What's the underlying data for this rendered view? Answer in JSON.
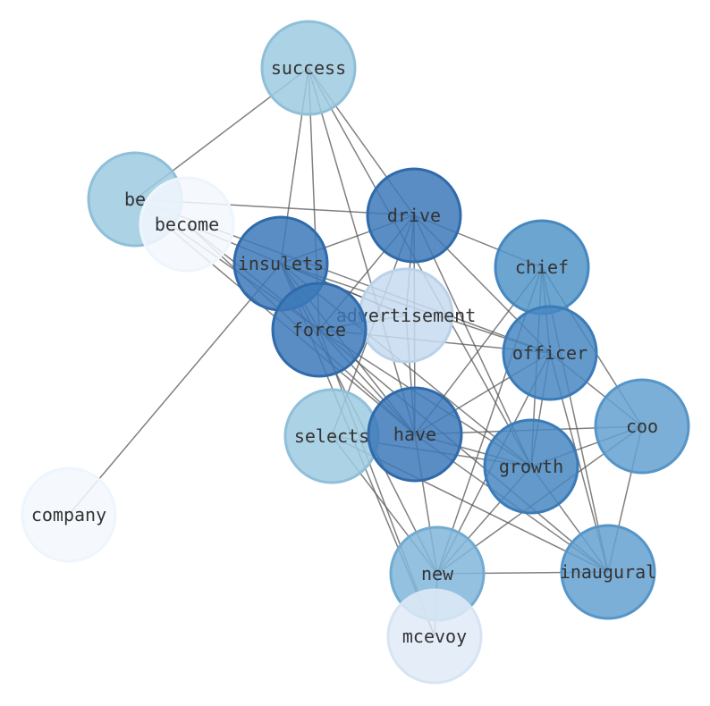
{
  "nodes": [
    {
      "id": "success",
      "label": "success",
      "fill": "#9ecae1",
      "stroke": "#8fbfd9",
      "opacity": 0.85
    },
    {
      "id": "be",
      "label": "be",
      "fill": "#9ecae1",
      "stroke": "#8fbfd9",
      "opacity": 0.85
    },
    {
      "id": "become",
      "label": "become",
      "fill": "#f3f8fe",
      "stroke": "#eef5fd",
      "opacity": 0.85
    },
    {
      "id": "drive",
      "label": "drive",
      "fill": "#3d79b8",
      "stroke": "#2f6aaa",
      "opacity": 0.85
    },
    {
      "id": "insulets",
      "label": "insulets",
      "fill": "#3d79b8",
      "stroke": "#2f6aaa",
      "opacity": 0.85
    },
    {
      "id": "chief",
      "label": "chief",
      "fill": "#5495c9",
      "stroke": "#4588c0",
      "opacity": 0.85
    },
    {
      "id": "advertisement",
      "label": "advertisement",
      "fill": "#c6dbef",
      "stroke": "#b9d2ea",
      "opacity": 0.85
    },
    {
      "id": "force",
      "label": "force",
      "fill": "#3d79b8",
      "stroke": "#2f6aaa",
      "opacity": 0.85
    },
    {
      "id": "officer",
      "label": "officer",
      "fill": "#4988c2",
      "stroke": "#3a7bb8",
      "opacity": 0.85
    },
    {
      "id": "coo",
      "label": "coo",
      "fill": "#65a1d0",
      "stroke": "#5595c8",
      "opacity": 0.85
    },
    {
      "id": "selects",
      "label": "selects",
      "fill": "#9ecae1",
      "stroke": "#8fbfd9",
      "opacity": 0.85
    },
    {
      "id": "have",
      "label": "have",
      "fill": "#3d79b8",
      "stroke": "#2f6aaa",
      "opacity": 0.85
    },
    {
      "id": "growth",
      "label": "growth",
      "fill": "#4988c2",
      "stroke": "#3a7bb8",
      "opacity": 0.85
    },
    {
      "id": "company",
      "label": "company",
      "fill": "#f3f8fe",
      "stroke": "#eef5fd",
      "opacity": 0.85
    },
    {
      "id": "new",
      "label": "new",
      "fill": "#80b6d9",
      "stroke": "#71abd2",
      "opacity": 0.85
    },
    {
      "id": "inaugural",
      "label": "inaugural",
      "fill": "#65a1d0",
      "stroke": "#5595c8",
      "opacity": 0.85
    },
    {
      "id": "mcevoy",
      "label": "mcevoy",
      "fill": "#e1ebf7",
      "stroke": "#d6e4f3",
      "opacity": 0.85
    }
  ],
  "edges": [
    [
      "success",
      "be"
    ],
    [
      "success",
      "insulets"
    ],
    [
      "success",
      "force"
    ],
    [
      "success",
      "drive"
    ],
    [
      "success",
      "have"
    ],
    [
      "success",
      "growth"
    ],
    [
      "be",
      "drive"
    ],
    [
      "be",
      "force"
    ],
    [
      "be",
      "officer"
    ],
    [
      "be",
      "have"
    ],
    [
      "become",
      "force"
    ],
    [
      "become",
      "have"
    ],
    [
      "become",
      "advertisement"
    ],
    [
      "drive",
      "insulets"
    ],
    [
      "drive",
      "force"
    ],
    [
      "drive",
      "advertisement"
    ],
    [
      "drive",
      "chief"
    ],
    [
      "drive",
      "have"
    ],
    [
      "drive",
      "growth"
    ],
    [
      "drive",
      "officer"
    ],
    [
      "drive",
      "selects"
    ],
    [
      "insulets",
      "company"
    ],
    [
      "insulets",
      "force"
    ],
    [
      "insulets",
      "advertisement"
    ],
    [
      "insulets",
      "officer"
    ],
    [
      "insulets",
      "have"
    ],
    [
      "insulets",
      "growth"
    ],
    [
      "insulets",
      "new"
    ],
    [
      "insulets",
      "mcevoy"
    ],
    [
      "force",
      "advertisement"
    ],
    [
      "force",
      "officer"
    ],
    [
      "force",
      "have"
    ],
    [
      "force",
      "growth"
    ],
    [
      "force",
      "inaugural"
    ],
    [
      "force",
      "mcevoy"
    ],
    [
      "chief",
      "officer"
    ],
    [
      "chief",
      "have"
    ],
    [
      "chief",
      "growth"
    ],
    [
      "chief",
      "coo"
    ],
    [
      "chief",
      "new"
    ],
    [
      "chief",
      "inaugural"
    ],
    [
      "officer",
      "have"
    ],
    [
      "officer",
      "growth"
    ],
    [
      "officer",
      "coo"
    ],
    [
      "officer",
      "new"
    ],
    [
      "officer",
      "inaugural"
    ],
    [
      "coo",
      "have"
    ],
    [
      "coo",
      "growth"
    ],
    [
      "coo",
      "new"
    ],
    [
      "coo",
      "inaugural"
    ],
    [
      "have",
      "growth"
    ],
    [
      "have",
      "new"
    ],
    [
      "have",
      "inaugural"
    ],
    [
      "have",
      "advertisement"
    ],
    [
      "growth",
      "new"
    ],
    [
      "growth",
      "inaugural"
    ],
    [
      "growth",
      "selects"
    ],
    [
      "selects",
      "inaugural"
    ],
    [
      "selects",
      "new"
    ],
    [
      "new",
      "inaugural"
    ],
    [
      "new",
      "mcevoy"
    ]
  ]
}
